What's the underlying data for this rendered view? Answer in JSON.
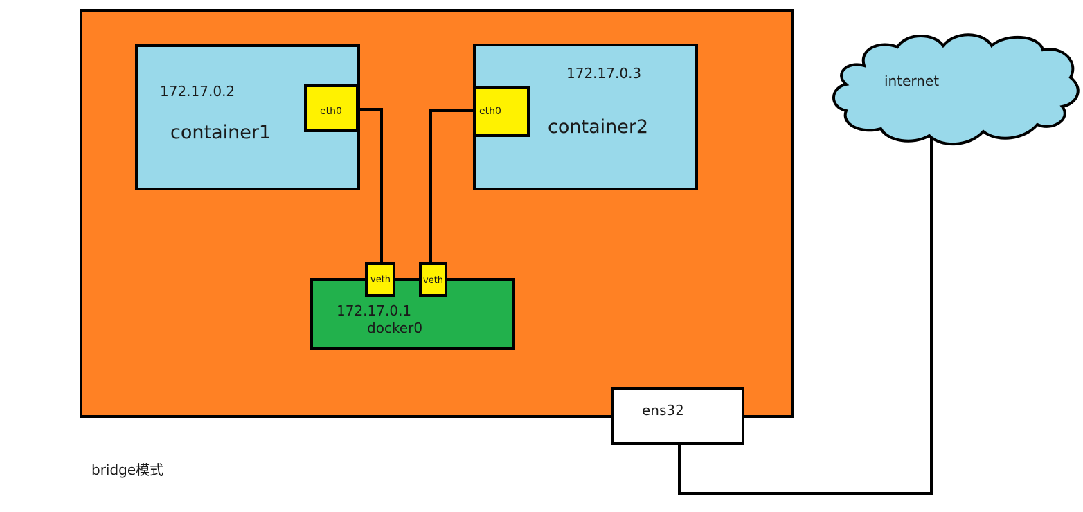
{
  "colors": {
    "host": "#ff8124",
    "container": "#99d9ea",
    "iface": "#fff200",
    "bridge": "#22b14c",
    "cloud": "#99d9ea",
    "line": "#000000",
    "nic": "#ffffff"
  },
  "container1": {
    "ip": "172.17.0.2",
    "name": "container1",
    "iface": "eth0"
  },
  "container2": {
    "ip": "172.17.0.3",
    "name": "container2",
    "iface": "eth0"
  },
  "bridge": {
    "ip": "172.17.0.1",
    "name": "docker0",
    "veth_left": "veth",
    "veth_right": "veth"
  },
  "nic": {
    "name": "ens32"
  },
  "cloud": {
    "label": "internet"
  },
  "caption": "bridge模式"
}
